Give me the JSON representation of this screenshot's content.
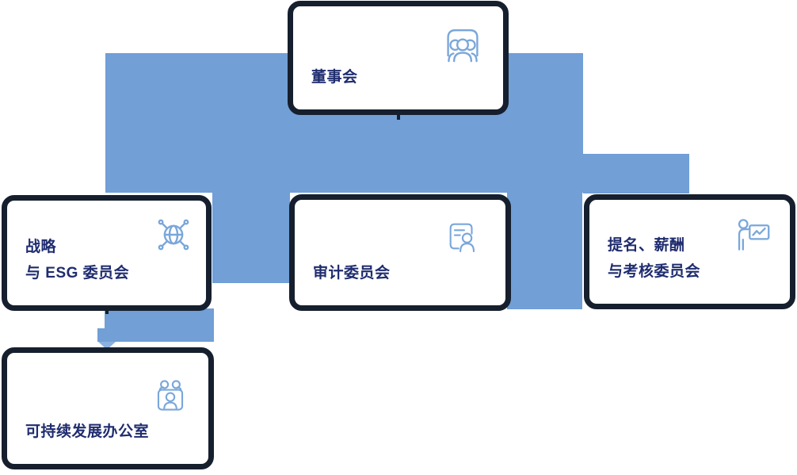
{
  "diagram": {
    "type": "org-chart",
    "colors": {
      "connector_blue": "#719fd6",
      "arrow_blue": "#8ab1e0",
      "card_border": "#161f2d",
      "card_background": "#ffffff",
      "label_text": "#1f2c6f",
      "icon_stroke": "#7aa7db"
    },
    "nodes": [
      {
        "id": "board",
        "icon": "meeting-icon",
        "label_lines": [
          "董事会"
        ]
      },
      {
        "id": "strategy-esg",
        "icon": "globe-network-icon",
        "label_lines": [
          "战略",
          "与 ESG 委员会"
        ]
      },
      {
        "id": "audit",
        "icon": "audit-person-icon",
        "label_lines": [
          "审计委员会"
        ]
      },
      {
        "id": "nomination-remuneration-assessment",
        "icon": "presenter-chart-icon",
        "label_lines": [
          "提名、薪酬",
          "与考核委员会"
        ]
      },
      {
        "id": "sustainability-office",
        "icon": "team-icon",
        "label_lines": [
          "可持续发展办公室"
        ]
      }
    ]
  }
}
